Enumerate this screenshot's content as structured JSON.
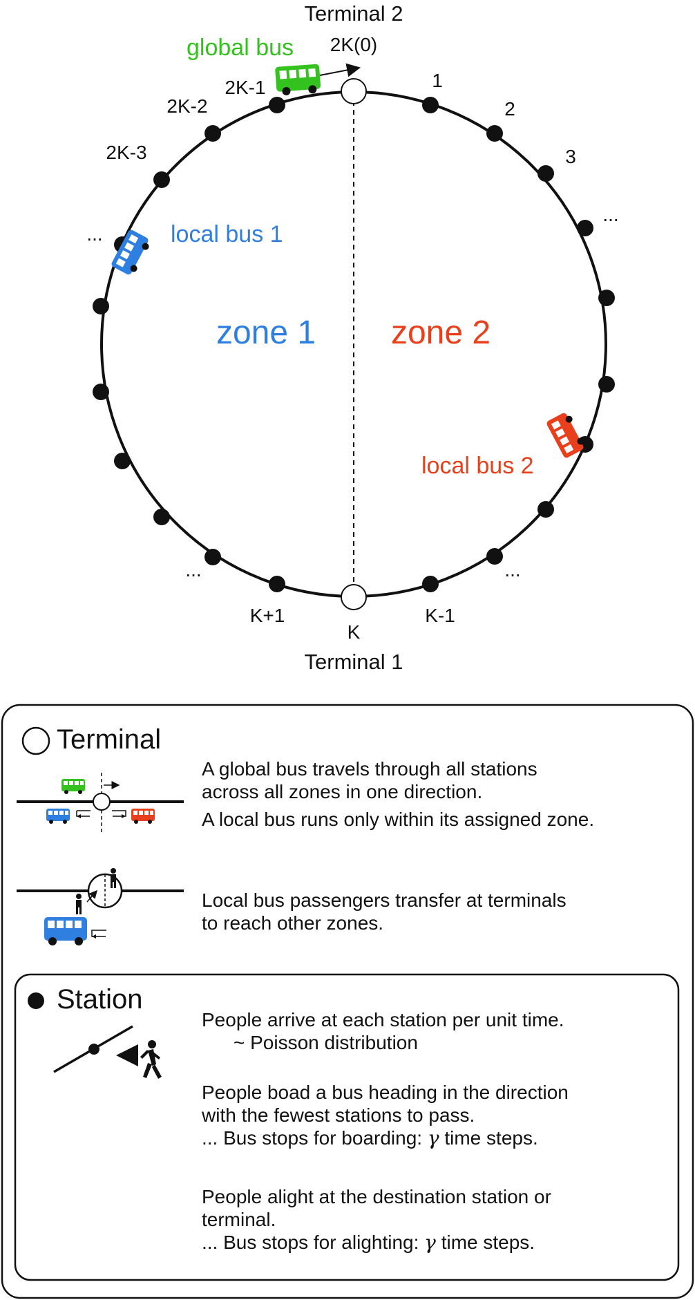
{
  "diagram": {
    "terminal_top": "Terminal 2",
    "terminal_bottom": "Terminal 1",
    "zone1": "zone 1",
    "zone2": "zone 2",
    "global_bus": "global bus",
    "local_bus_1": "local bus 1",
    "local_bus_2": "local bus 2",
    "station_labels": {
      "top": "2K(0)",
      "s1": "1",
      "s2": "2",
      "s3": "3",
      "dots_right_top": "...",
      "s2k1": "2K-1",
      "s2k2": "2K-2",
      "s2k3": "2K-3",
      "dots_left_top": "...",
      "bottom": "K",
      "sk1m": "K-1",
      "sk1p": "K+1",
      "dots_left_bottom": "...",
      "dots_right_bottom": "..."
    },
    "colors": {
      "zone1": "#2f7fe0",
      "zone2": "#e8401c",
      "global": "#33c21e"
    }
  },
  "legend": {
    "terminal": {
      "title": "Terminal",
      "line1": "A global bus travels through all stations",
      "line2": "across all zones in one direction.",
      "line3": "A local bus runs only within its assigned zone.",
      "line4": "Local bus passengers transfer at terminals",
      "line5": "to reach other zones."
    },
    "station": {
      "title": "Station",
      "line1": "People arrive at each station per unit time.",
      "line2": "~ Poisson distribution",
      "line3": "People boad a bus heading in the direction",
      "line4": "with the fewest stations to pass.",
      "line5_pre": "... Bus stops for boarding:",
      "gamma": "γ",
      "line5_post": "time steps.",
      "line6": "People alight at the destination station or",
      "line7": "terminal.",
      "line8_pre": "... Bus stops for alighting:",
      "line8_post": "time steps."
    }
  }
}
